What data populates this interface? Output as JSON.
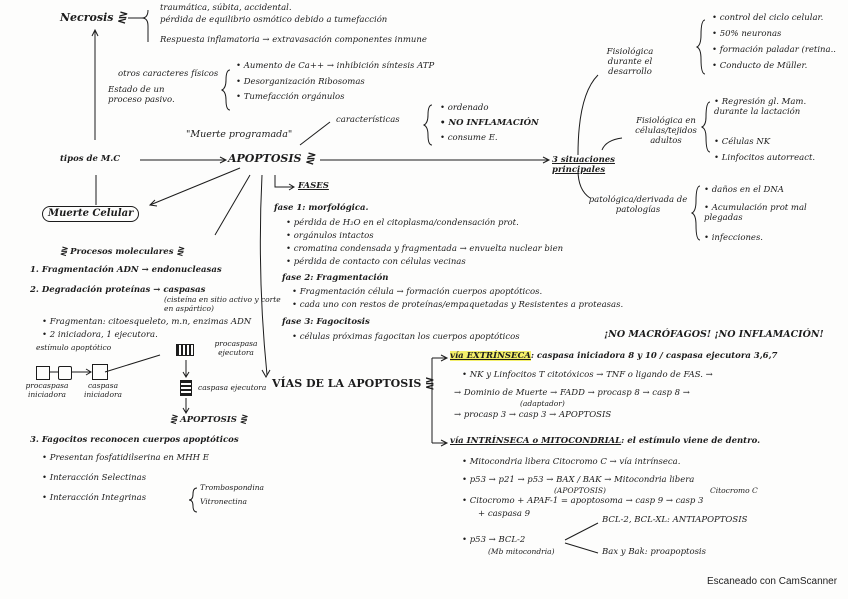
{
  "necrosis": {
    "title": "Necrosis",
    "branches": [
      "traumática, súbita, accidental.",
      "pérdida de equilibrio osmótico debido a tumefacción",
      "Respuesta inflamatoria → extravasación componentes inmune"
    ],
    "morph_label": "otros caracteres físicos",
    "morph_sub": "Estado de un proceso pasivo.",
    "morph_items": [
      "Aumento de Ca++ → inhibición síntesis ATP",
      "Desorganización Ribosomas",
      "Tumefacción orgánulos"
    ]
  },
  "center": {
    "tipos": "tipos de M.C",
    "muerte_celular": "Muerte Celular",
    "muerte_programada": "\"Muerte programada\"",
    "apoptosis": "APOPTOSIS"
  },
  "caracteristicas": {
    "label": "características",
    "items": [
      "ordenado",
      "NO INFLAMACIÓN",
      "consume E."
    ]
  },
  "situaciones": {
    "label": "3 situaciones principales",
    "fisiologica_desarrollo": "Fisiológica durante el desarrollo",
    "fisiologica_desarrollo_items": [
      "control del ciclo celular.",
      "50% neuronas",
      "formación paladar (retina..",
      "Conducto de Müller."
    ],
    "fisiologica_adultos": "Fisiológica en células/tejidos adultos",
    "fisiologica_adultos_items": [
      "Regresión gl. Mam. durante la lactación",
      "Células NK",
      "Linfocitos autorreact."
    ],
    "patologica": "patológica/derivada de patologías",
    "patologica_items": [
      "daños en el DNA",
      "Acumulación prot mal plegadas",
      "infecciones."
    ]
  },
  "fases": {
    "label": "FASES",
    "fase1_title": "fase 1: morfológica.",
    "fase1_items": [
      "pérdida de H₂O en el citoplasma/condensación prot.",
      "orgánulos intactos",
      "cromatina condensada y fragmentada → envuelta nuclear bien",
      "pérdida de contacto con células vecinas"
    ],
    "fase2_title": "fase 2: Fragmentación",
    "fase2_items": [
      "Fragmentación célula → formación cuerpos apoptóticos.",
      "cada uno con restos de proteínas/empaquetadas y Resistentes a proteasas."
    ],
    "fase3_title": "fase 3: Fagocitosis",
    "fase3_item": "células próximas fagocitan los cuerpos apoptóticos",
    "fase3_note": "¡NO MACRÓFAGOS! ¡NO INFLAMACIÓN!"
  },
  "procesos": {
    "title": "Procesos moleculares",
    "p1": "1. Fragmentación ADN → endonucleasas",
    "p2": "2. Degradación proteínas → caspasas",
    "p2_note": "(cisteína en sitio activo y corte en aspártico)",
    "p2_items": [
      "Fragmentan: citoesqueleto, m.n, enzimas ADN",
      "2 iniciadora, 1 ejecutora."
    ],
    "diagram": {
      "estimulo": "estímulo apoptótico",
      "procaspasa_iniciadora": "procaspasa iniciadora",
      "caspasa_iniciadora": "caspasa iniciadora",
      "procaspasa_ejecutora": "procaspasa ejecutora",
      "caspasa_ejecutora": "caspasa ejecutora",
      "apoptosis": "APOPTOSIS"
    },
    "p3": "3. Fagocitos reconocen cuerpos apoptóticos",
    "p3_items": [
      "Presentan fosfatidilserina en MHH E",
      "Interacción Selectinas",
      "Interacción Integrinas"
    ],
    "p3_sub": [
      "Trombospondina",
      "Vitronectina"
    ]
  },
  "vias": {
    "label": "VÍAS DE LA APOPTOSIS",
    "extrinseca_title": "vía EXTRÍNSECA",
    "extrinseca_tail": ": caspasa iniciadora 8 y 10 / caspasa ejecutora 3,6,7",
    "extrinseca_items": [
      "NK y Linfocitos T citotóxicos → TNF o ligando de FAS. →",
      "→ Dominio de Muerte → FADD → procasp 8 → casp 8 →",
      "(adaptador)",
      "→ procasp 3 → casp 3 → APOPTOSIS"
    ],
    "intrinseca_title": "vía INTRÍNSECA o MITOCONDRIAL",
    "intrinseca_tail": ": el estímulo viene de dentro.",
    "intrinseca_items": [
      "Mitocondria libera Citocromo C → vía intrínseca.",
      "p53 → p21 → p53 → BAX / BAK → Mitocondria libera",
      "(APOPTOSIS)",
      "Citocromo C",
      "Citocromo + APAF-1 = apoptosoma → casp 9 → casp 3",
      "+ caspasa 9",
      "p53 → BCL-2",
      "(Mb mitocondria)"
    ],
    "bcl_items": [
      "BCL-2, BCL-XL: ANTIAPOPTOSIS",
      "Bax y Bak: proapoptosis"
    ]
  },
  "footer": "Escaneado con CamScanner"
}
